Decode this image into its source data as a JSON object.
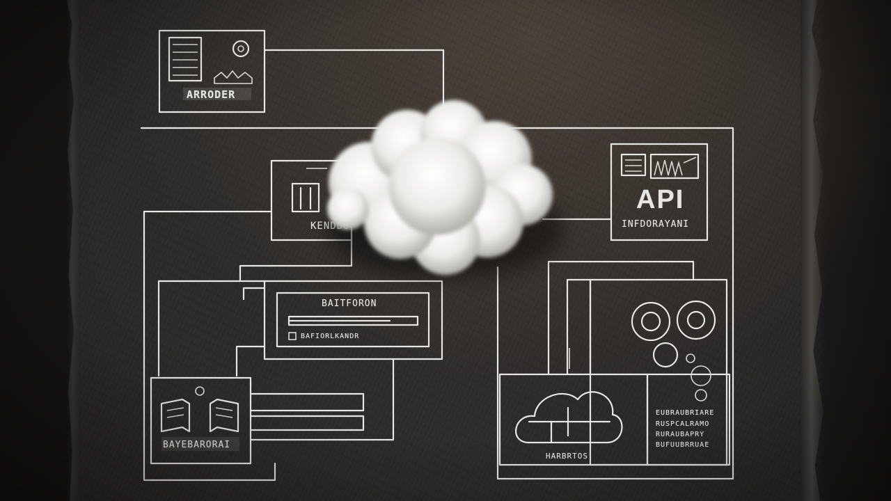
{
  "scene": {
    "description_hidden": "",
    "colors": {
      "background": "#2c2a29",
      "chalk": "#e9e7e3",
      "cloud": "#f2f1ef"
    }
  },
  "blocks": {
    "top_left": {
      "label": "ARRODER",
      "icon": "gear-icon"
    },
    "middle_left": {
      "label": "KENDDO",
      "icon": "server-rack-icon"
    },
    "api": {
      "title": "API",
      "subtitle": "INFDORAYANI",
      "icon": "chart-icon"
    },
    "center": {
      "title": "BAITFORON",
      "caption": "BAFIORLKANDR"
    },
    "bottom_left": {
      "label": "BAYEBARORAI",
      "icon": "book-icon"
    },
    "cloud_box": {
      "label": "HARBRTOS",
      "icon": "cloud-icon"
    },
    "gears_panel": {
      "icon": "gears-icon",
      "lines": [
        "EUBRAUBRIARE",
        "RUSPCALRAMO",
        "RURAUBAPRY",
        "BUFUUBRRUAE"
      ]
    }
  }
}
